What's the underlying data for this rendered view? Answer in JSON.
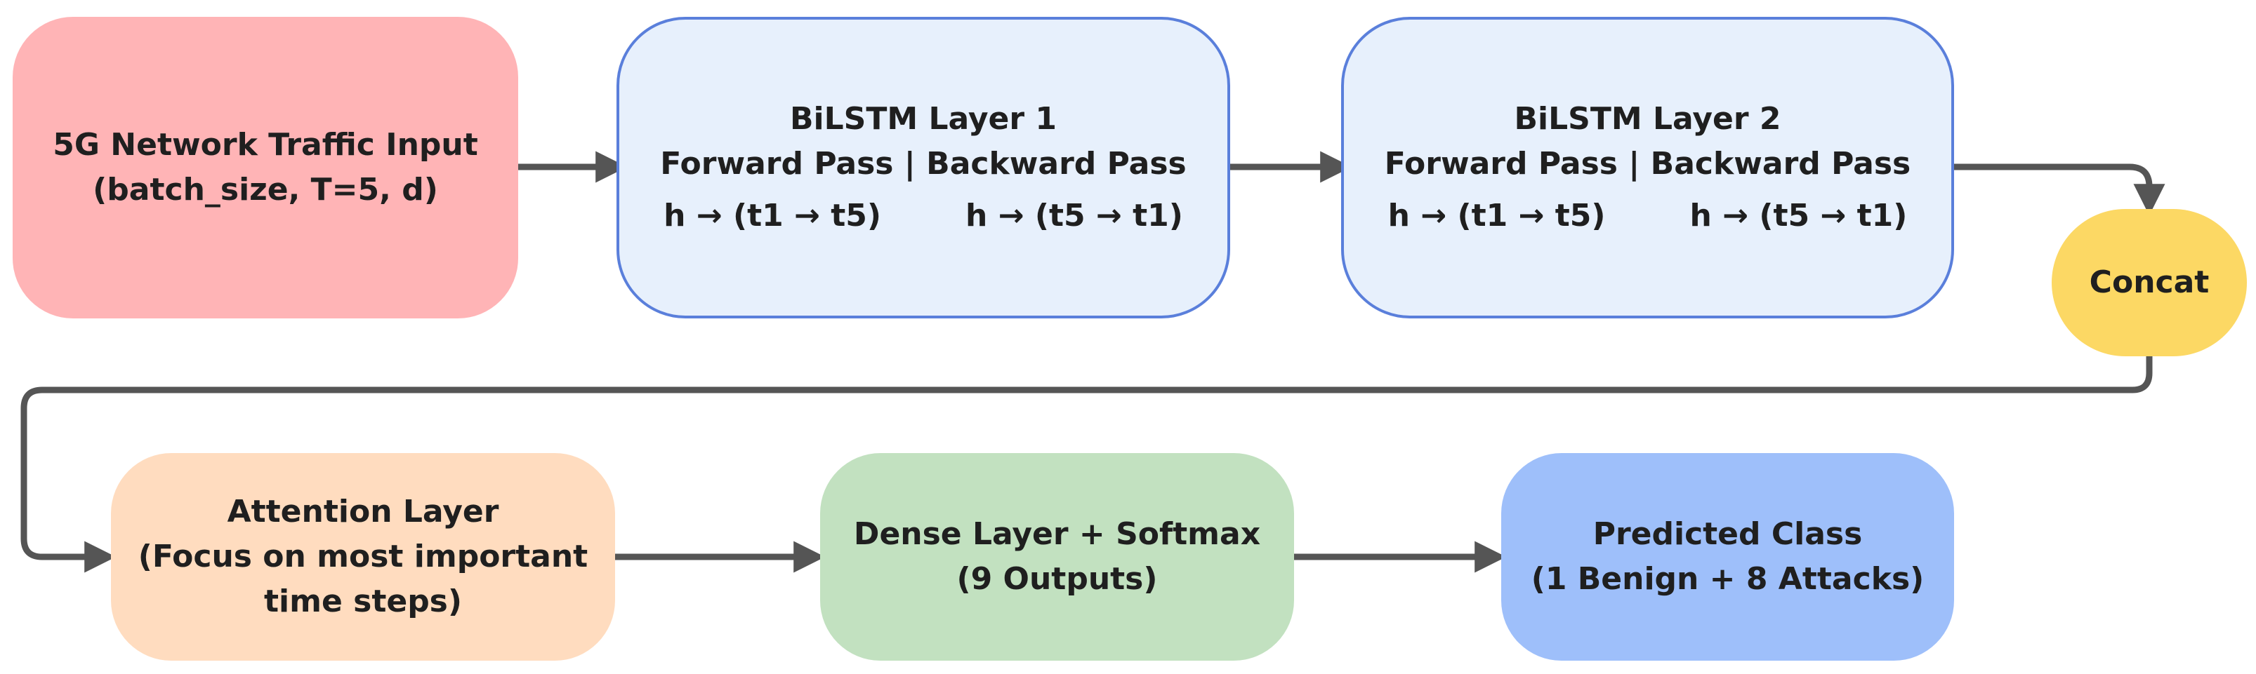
{
  "nodes": {
    "input": {
      "line1": "5G Network Traffic Input",
      "line2": "(batch_size, T=5, d)"
    },
    "bilstm1": {
      "title": "BiLSTM Layer 1",
      "subtitle": "Forward Pass | Backward Pass",
      "forward": "h → (t1 → t5)",
      "backward": "h → (t5 → t1)"
    },
    "bilstm2": {
      "title": "BiLSTM Layer 2",
      "subtitle": "Forward Pass | Backward Pass",
      "forward": "h → (t1 → t5)",
      "backward": "h → (t5 → t1)"
    },
    "concat": {
      "label": "Concat"
    },
    "attention": {
      "line1": "Attention Layer",
      "line2": "(Focus on most important",
      "line3": "time steps)"
    },
    "dense": {
      "line1": "Dense Layer + Softmax",
      "line2": "(9 Outputs)"
    },
    "predicted": {
      "line1": "Predicted Class",
      "line2": "(1 Benign + 8 Attacks)"
    }
  },
  "colors": {
    "input_fill": "#ffb4b6",
    "bilstm_fill": "#e7f0fc",
    "bilstm_border": "#5a7fdb",
    "concat_fill": "#fcd864",
    "attention_fill": "#ffdcbf",
    "dense_fill": "#c2e1c0",
    "predicted_fill": "#9ebffa",
    "arrow": "#555555"
  }
}
